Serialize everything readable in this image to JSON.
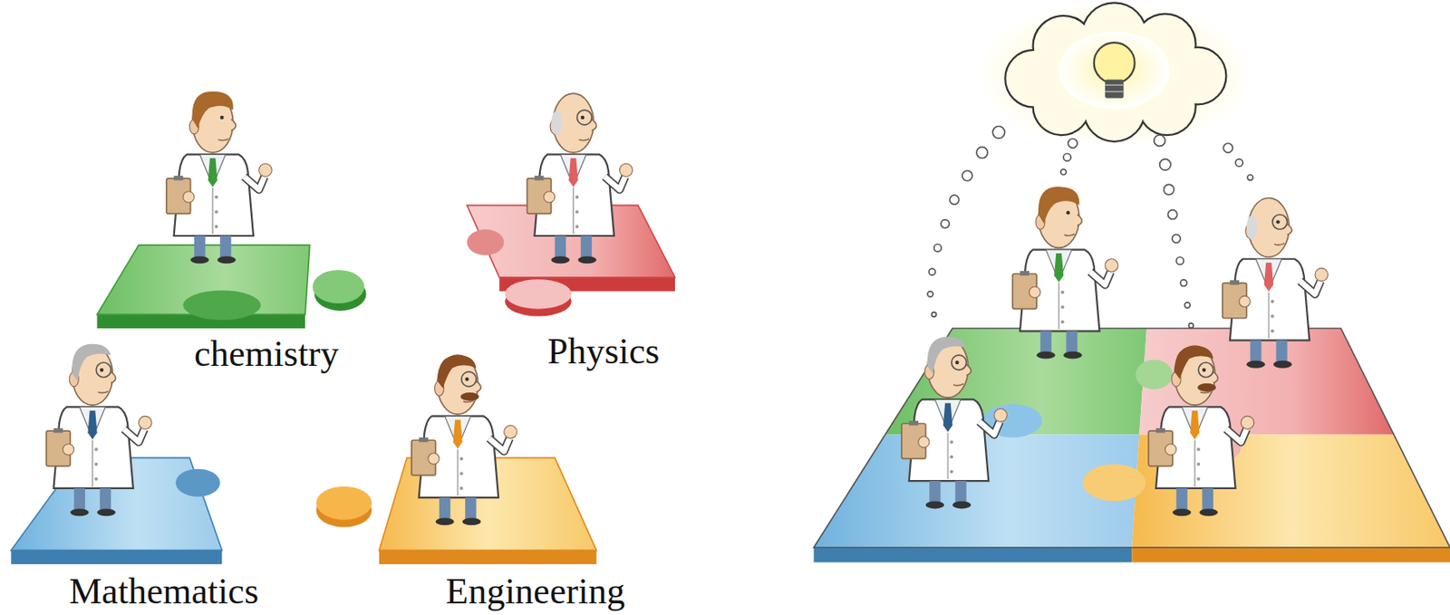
{
  "diagram": {
    "labels": [
      "chemistry",
      "Physics",
      "Mathematics",
      "Engineering"
    ]
  }
}
